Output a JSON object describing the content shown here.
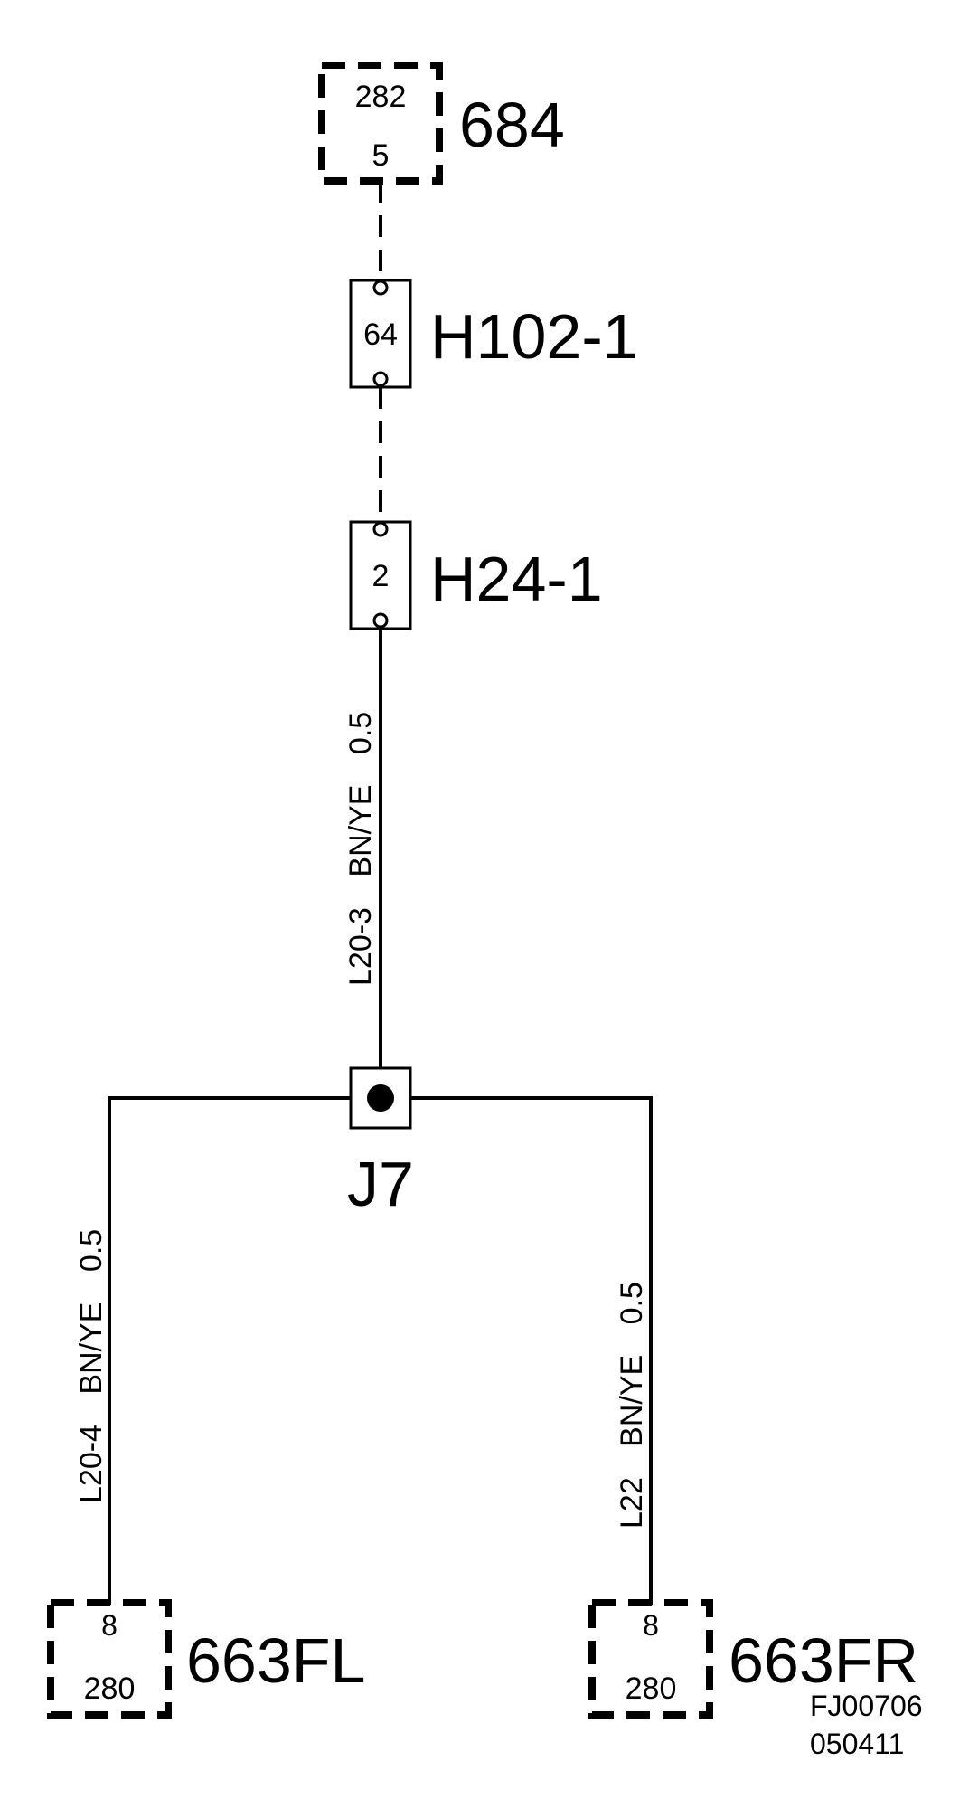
{
  "components": {
    "c684": {
      "name": "684",
      "pin_top": "282",
      "pin_bottom": "5"
    },
    "h102": {
      "name": "H102-1",
      "pin": "64"
    },
    "h24": {
      "name": "H24-1",
      "pin": "2"
    },
    "j7": {
      "name": "J7"
    },
    "c663fl": {
      "name": "663FL",
      "pin_top": "8",
      "pin_bottom": "280"
    },
    "c663fr": {
      "name": "663FR",
      "pin_top": "8",
      "pin_bottom": "280"
    }
  },
  "wires": {
    "l20_3": {
      "id": "L20-3",
      "color": "BN/YE",
      "size": "0.5"
    },
    "l20_4": {
      "id": "L20-4",
      "color": "BN/YE",
      "size": "0.5"
    },
    "l22": {
      "id": "L22",
      "color": "BN/YE",
      "size": "0.5"
    }
  },
  "footer": {
    "code_line1": "FJ00706",
    "code_line2": "050411"
  }
}
